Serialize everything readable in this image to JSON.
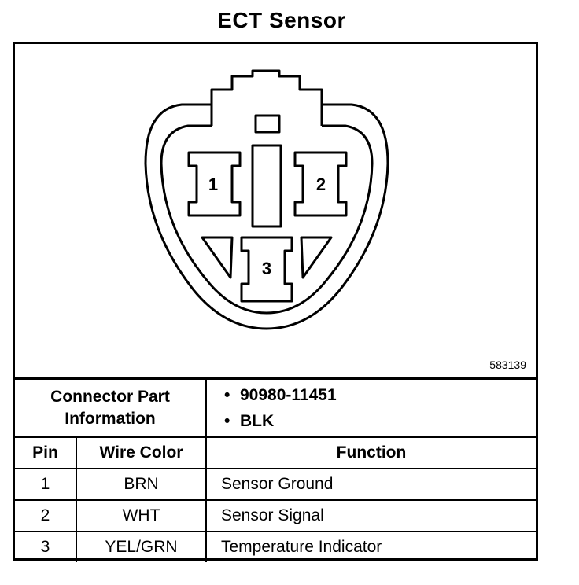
{
  "title": "ECT Sensor",
  "figure_number": "583139",
  "pins": [
    {
      "label": "1"
    },
    {
      "label": "2"
    },
    {
      "label": "3"
    }
  ],
  "connector": {
    "label_line1": "Connector Part",
    "label_line2": "Information",
    "values": [
      "90980-11451",
      "BLK"
    ]
  },
  "table": {
    "headers": {
      "pin": "Pin",
      "wire_color": "Wire Color",
      "function": "Function"
    },
    "rows": [
      {
        "pin": "1",
        "wire_color": "BRN",
        "function": "Sensor Ground"
      },
      {
        "pin": "2",
        "wire_color": "WHT",
        "function": "Sensor Signal"
      },
      {
        "pin": "3",
        "wire_color": "YEL/GRN",
        "function": "Temperature Indicator"
      }
    ]
  }
}
